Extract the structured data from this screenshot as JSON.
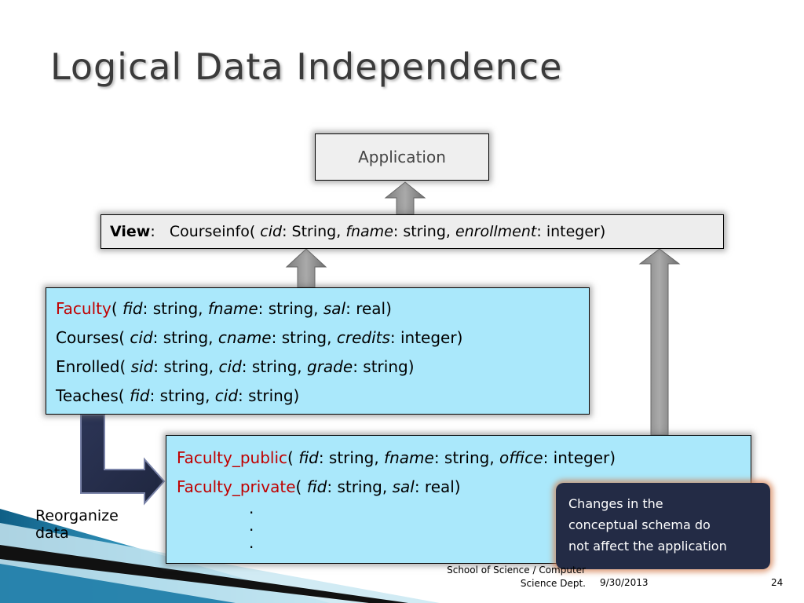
{
  "slide": {
    "title": "Logical Data Independence",
    "application_label": "Application",
    "view": {
      "label": "View",
      "separator": ":",
      "text": "Courseinfo( cid: String,  fname: string,  enrollment: integer)"
    },
    "conceptual_schema": [
      "Faculty( fid: string,  fname: string,  sal: real)",
      "Courses( cid: string,  cname: string,  credits: integer)",
      "Enrolled( sid: string,  cid: string,  grade: string)",
      "Teaches( fid: string,  cid: string)"
    ],
    "physical_schema": [
      "Faculty_public( fid: string,  fname: string,  office: integer)",
      "Faculty_private( fid: string,  sal: real)"
    ],
    "ellipsis": [
      ".",
      ".",
      "."
    ],
    "callout": [
      "Changes in the",
      "conceptual schema do",
      "not affect the application"
    ],
    "reorganize_label": [
      "Reorganize",
      "data"
    ]
  },
  "footer": {
    "dept": [
      "School of Science / Computer",
      "Science Dept."
    ],
    "date": "9/30/2013",
    "page": "24"
  },
  "colors": {
    "accent_red": "#c00000",
    "schema_fill": "#aae8fb",
    "callout_fill": "#232b45",
    "title_text": "#3b3b3b"
  }
}
